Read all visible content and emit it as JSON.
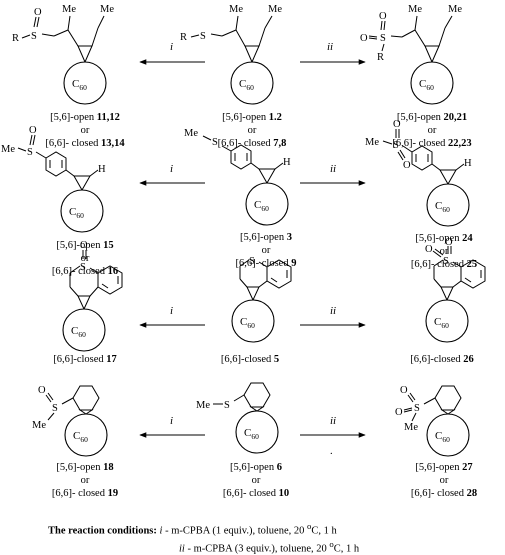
{
  "atoms": {
    "C": "C",
    "sub60": "60",
    "S": "S",
    "O": "O",
    "R": "R",
    "H": "H",
    "Me": "Me"
  },
  "arrows": {
    "left": "i",
    "right": "ii"
  },
  "rows": [
    {
      "left": {
        "line1_prefix": "[5,6]-open ",
        "line1_num": "11,12",
        "or": "or",
        "line3_prefix": "[6,6]- closed ",
        "line3_num": "13,14"
      },
      "center": {
        "line1_prefix": "[5,6]-open ",
        "line1_num": "1.2",
        "or": "or",
        "line3_prefix": "[6,6]- closed ",
        "line3_num": "7,8"
      },
      "right": {
        "line1_prefix": "[5,6]-open ",
        "line1_num": "20,21",
        "or": "or",
        "line3_prefix": "[6,6]- closed ",
        "line3_num": "22,23"
      }
    },
    {
      "left": {
        "line1_prefix": "[5,6]-open ",
        "line1_num": "15",
        "or": "or",
        "line3_prefix": "[6,6]- closed ",
        "line3_num": "16"
      },
      "center": {
        "line1_prefix": "[5,6]-open ",
        "line1_num": "3",
        "or": "or",
        "line3_prefix": "[6,6]- closed ",
        "line3_num": "9"
      },
      "right": {
        "line1_prefix": "[5,6]-open ",
        "line1_num": "24",
        "or": "or",
        "line3_prefix": "[6,6]- closed ",
        "line3_num": "25"
      }
    },
    {
      "left": {
        "line1_prefix": "[6,6]-closed ",
        "line1_num": "17"
      },
      "center": {
        "line1_prefix": "[6,6]-closed ",
        "line1_num": "5"
      },
      "right": {
        "line1_prefix": "[6,6]-closed ",
        "line1_num": "26"
      }
    },
    {
      "left": {
        "line1_prefix": "[5,6]-open ",
        "line1_num": "18",
        "or": "or",
        "line3_prefix": "[6,6]- closed ",
        "line3_num": "19"
      },
      "center": {
        "line1_prefix": "[5,6]-open ",
        "line1_num": "6",
        "or": "or",
        "line3_prefix": "[6,6]- closed ",
        "line3_num": "10"
      },
      "right": {
        "line1_prefix": "[5,6]-open ",
        "line1_num": "27",
        "or": "or",
        "line3_prefix": "[6,6]- closed ",
        "line3_num": "28"
      }
    }
  ],
  "stray_mark": ".",
  "conditions": {
    "heading": "The reaction conditions:",
    "i_label": "i",
    "i_text": " - m-CPBA (1 equiv.), toluene, 20 ",
    "ii_label": "ii",
    "ii_text": " - m-CPBA (3 equiv.), toluene, 20 ",
    "degree": "o",
    "tail": "C, 1 h"
  }
}
